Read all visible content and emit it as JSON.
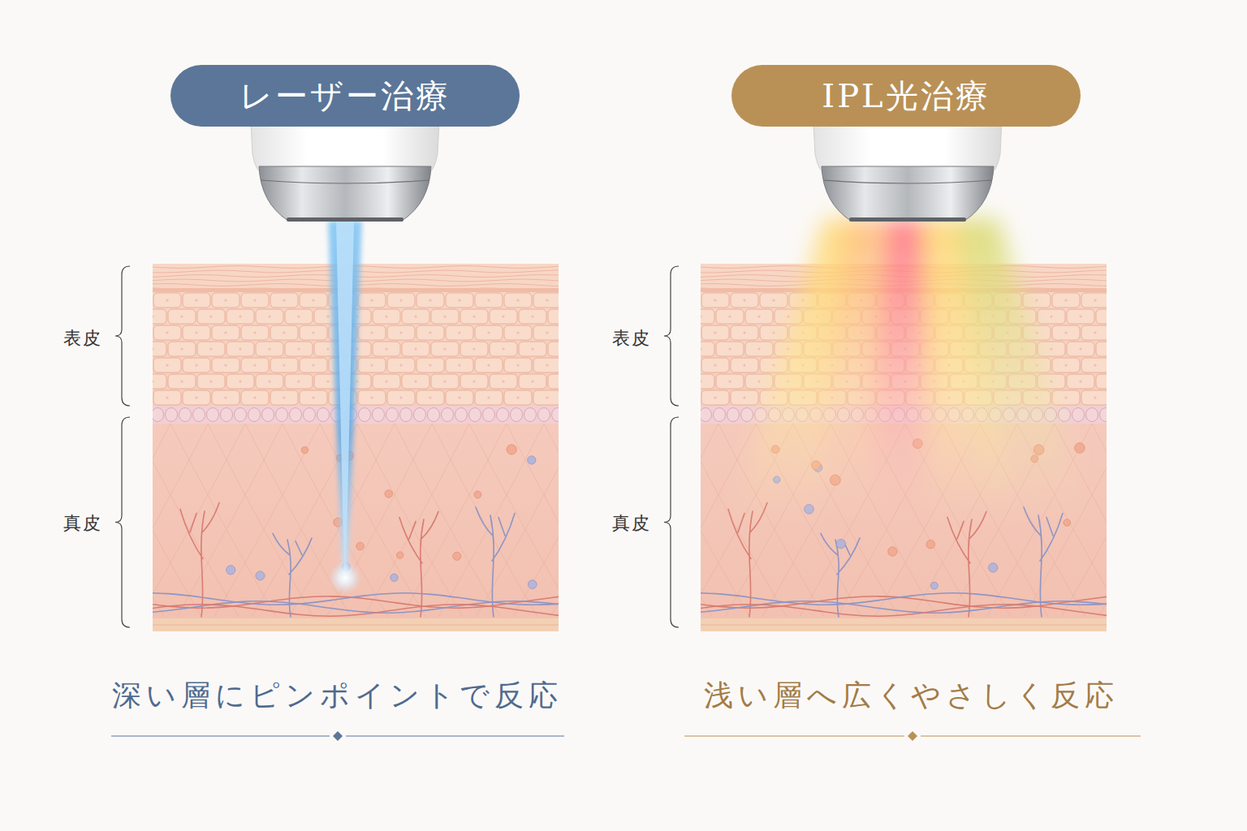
{
  "diagram": {
    "nodes": [
      {
        "text": [
          "レーザー治療"
        ]
      },
      {
        "text": [
          "IPL光治療"
        ]
      }
    ],
    "labels": [
      "表皮",
      "真皮",
      "深い層にピンポイントで反応",
      "表皮",
      "真皮",
      "浅い層へ広くやさしく反応"
    ]
  }
}
